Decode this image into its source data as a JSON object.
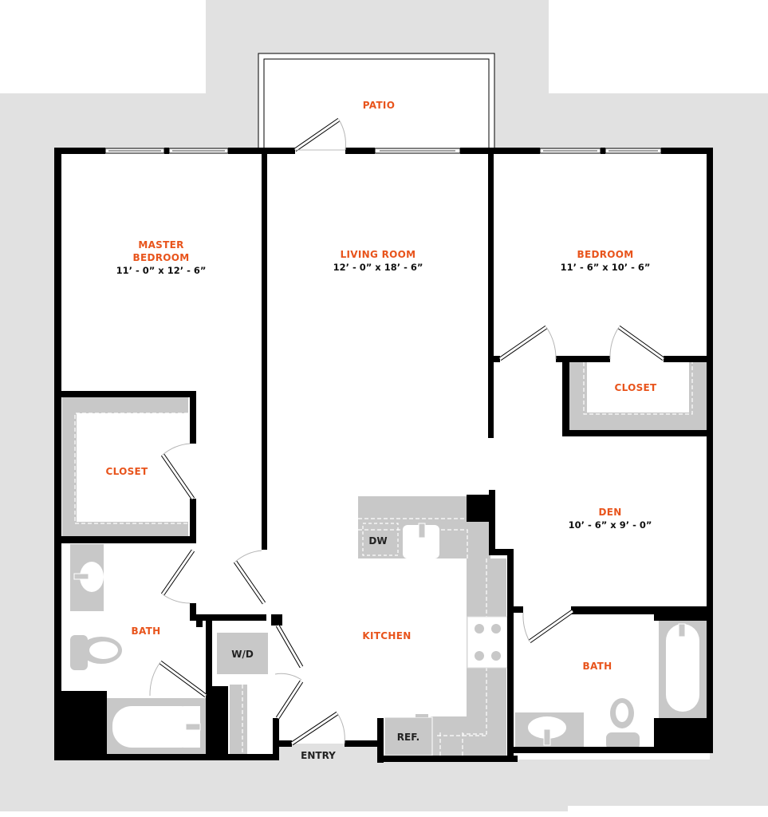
{
  "colors": {
    "label_accent": "#e8541c",
    "dimension_text": "#111111",
    "wall": "#000000",
    "fixture": "#c8c8c8",
    "surround": "#e1e1e1"
  },
  "rooms": {
    "patio": {
      "name": "PATIO"
    },
    "master_bedroom": {
      "name_line1": "MASTER",
      "name_line2": "BEDROOM",
      "dimensions": "11’ - 0” x 12’ - 6”"
    },
    "living_room": {
      "name": "LIVING ROOM",
      "dimensions": "12’ - 0” x 18’ - 6”"
    },
    "bedroom": {
      "name": "BEDROOM",
      "dimensions": "11’ - 6” x 10’ - 6”"
    },
    "bedroom_closet": {
      "name": "CLOSET"
    },
    "master_closet": {
      "name": "CLOSET"
    },
    "den": {
      "name": "DEN",
      "dimensions": "10’ - 6” x 9’ - 0”"
    },
    "kitchen": {
      "name": "KITCHEN"
    },
    "master_bath": {
      "name": "BATH"
    },
    "bath": {
      "name": "BATH"
    },
    "entry": {
      "name": "ENTRY"
    }
  },
  "fixtures": {
    "dishwasher": "DW",
    "washer_dryer": "W/D",
    "refrigerator": "REF."
  }
}
